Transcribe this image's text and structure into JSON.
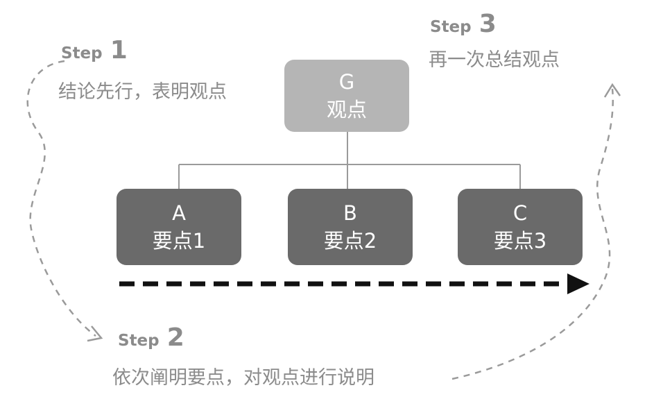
{
  "diagram": {
    "title_implicit": "",
    "root": {
      "letter": "G",
      "label": "观点"
    },
    "children": [
      {
        "letter": "A",
        "label": "要点1"
      },
      {
        "letter": "B",
        "label": "要点2"
      },
      {
        "letter": "C",
        "label": "要点3"
      }
    ],
    "steps": [
      {
        "word": "Step",
        "number": "1",
        "description": "结论先行，表明观点"
      },
      {
        "word": "Step",
        "number": "2",
        "description": "依次阐明要点，对观点进行说明"
      },
      {
        "word": "Step",
        "number": "3",
        "description": "再一次总结观点"
      }
    ],
    "colors": {
      "root_box": "#b5b5b5",
      "child_box": "#6a6a6a",
      "step_text": "#8b8b8b",
      "sequence_arrow": "#111111",
      "connector_line": "#9a9a9a",
      "curve_dash": "#9a9a9a"
    }
  }
}
